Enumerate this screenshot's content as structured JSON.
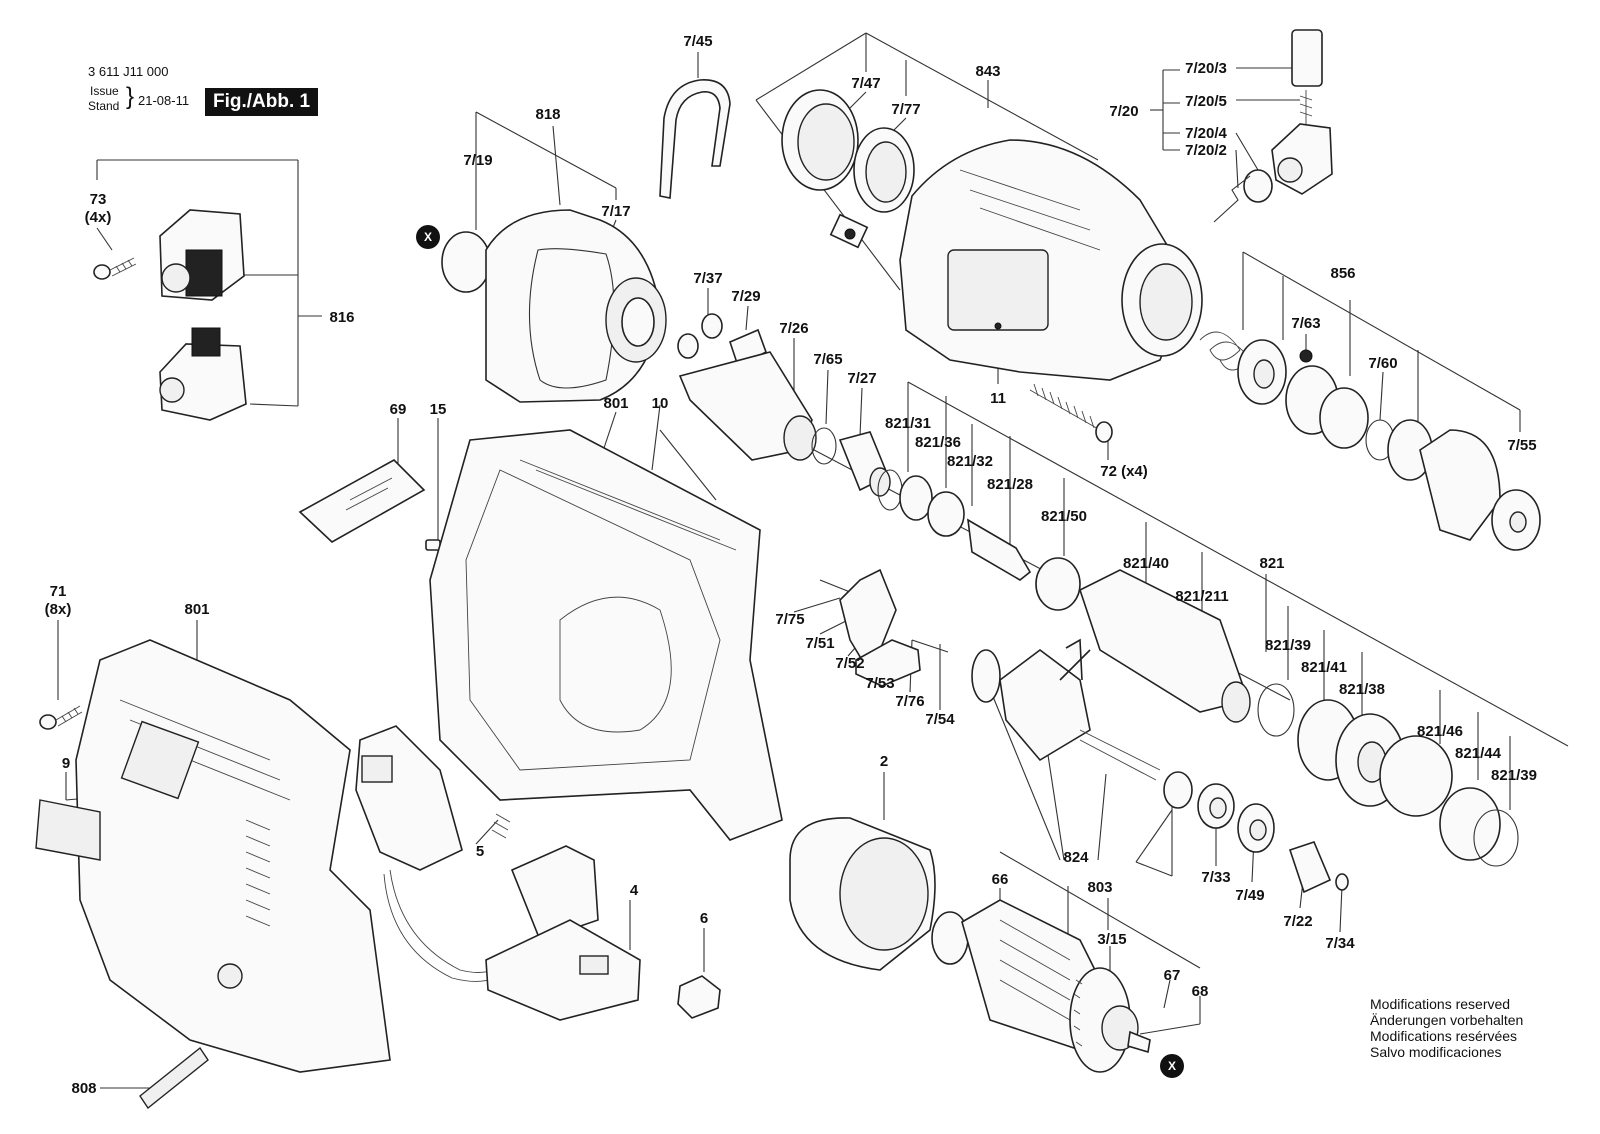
{
  "header": {
    "part_number": "3 611 J11 000",
    "issue_label_1": "Issue",
    "issue_label_2": "Stand",
    "issue_date": "21-08-11",
    "figure": "Fig./Abb. 1"
  },
  "notes": [
    "Modifications reserved",
    "Änderungen vorbehalten",
    "Modifications resérvées",
    "Salvo modificaciones"
  ],
  "marker": "X",
  "labels": {
    "l745": "7/45",
    "l747": "7/47",
    "l777": "7/77",
    "l843": "843",
    "l720": "7/20",
    "l7203": "7/20/3",
    "l7205": "7/20/5",
    "l7204": "7/20/4",
    "l7202": "7/20/2",
    "l818": "818",
    "l719": "7/19",
    "l717": "7/17",
    "l73": "73",
    "l73q": "(4x)",
    "l816": "816",
    "l737": "7/37",
    "l729": "7/29",
    "l726": "7/26",
    "l765": "7/65",
    "l727": "7/27",
    "l11": "11",
    "l856": "856",
    "l763": "7/63",
    "l760": "7/60",
    "l755": "7/55",
    "l72": "72 (x4)",
    "l69": "69",
    "l15": "15",
    "l801a": "801",
    "l10": "10",
    "l82131": "821/31",
    "l82136": "821/36",
    "l82132": "821/32",
    "l82128": "821/28",
    "l82150": "821/50",
    "l82140": "821/40",
    "l821": "821",
    "l821211": "821/211",
    "l71": "71",
    "l71q": "(8x)",
    "l801b": "801",
    "l775": "7/75",
    "l751": "7/51",
    "l752": "7/52",
    "l753": "7/53",
    "l776": "7/76",
    "l754": "7/54",
    "l82139a": "821/39",
    "l82141": "821/41",
    "l82138": "821/38",
    "l82146": "821/46",
    "l82144": "821/44",
    "l82139b": "821/39",
    "l9": "9",
    "l5": "5",
    "l4": "4",
    "l6": "6",
    "l2": "2",
    "l824": "824",
    "l733": "7/33",
    "l749": "7/49",
    "l722": "7/22",
    "l734": "7/34",
    "l66": "66",
    "l803": "803",
    "l315": "3/15",
    "l67": "67",
    "l68": "68",
    "l808": "808"
  }
}
